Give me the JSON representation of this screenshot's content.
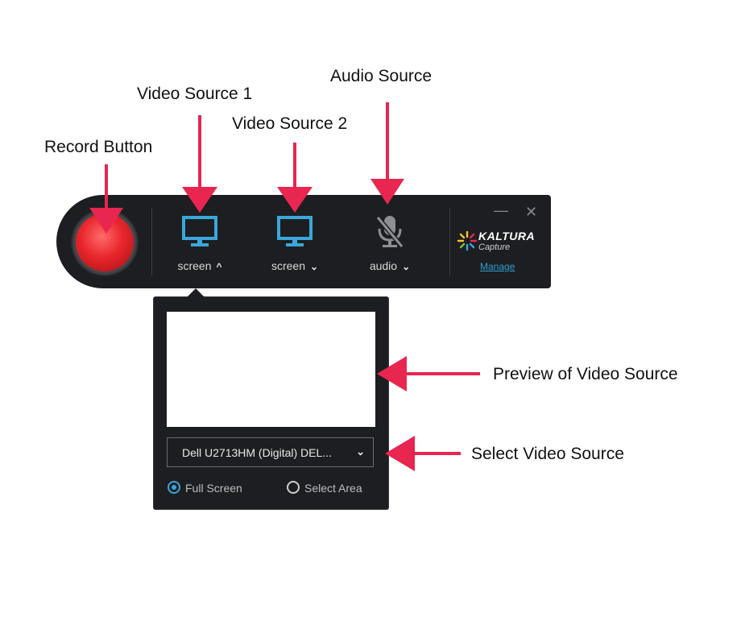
{
  "annotations": {
    "record": "Record Button",
    "video1": "Video Source 1",
    "video2": "Video Source 2",
    "audio": "Audio Source",
    "preview": "Preview of Video Source",
    "select": "Select Video Source"
  },
  "toolbar": {
    "sources": [
      {
        "label": "screen",
        "icon": "monitor-icon",
        "chevron": "up",
        "chevron_glyph": "^"
      },
      {
        "label": "screen",
        "icon": "monitor-icon",
        "chevron": "down",
        "chevron_glyph": "⌄"
      },
      {
        "label": "audio",
        "icon": "microphone-muted-icon",
        "chevron": "down",
        "chevron_glyph": "⌄"
      }
    ],
    "minimize_glyph": "—",
    "close_glyph": "✕",
    "brand_name": "KALTURA",
    "brand_sub": "Capture",
    "manage_label": "Manage"
  },
  "panel": {
    "source_select_value": "Dell U2713HM (Digital) DEL...",
    "select_chevron": "⌄",
    "radio_options": [
      {
        "label": "Full Screen",
        "selected": true
      },
      {
        "label": "Select Area",
        "selected": false
      }
    ]
  },
  "colors": {
    "toolbar_bg": "#1d1e22",
    "record_red": "#e8262c",
    "accent_blue": "#3aa7d9",
    "arrow_pink": "#e8264f"
  }
}
